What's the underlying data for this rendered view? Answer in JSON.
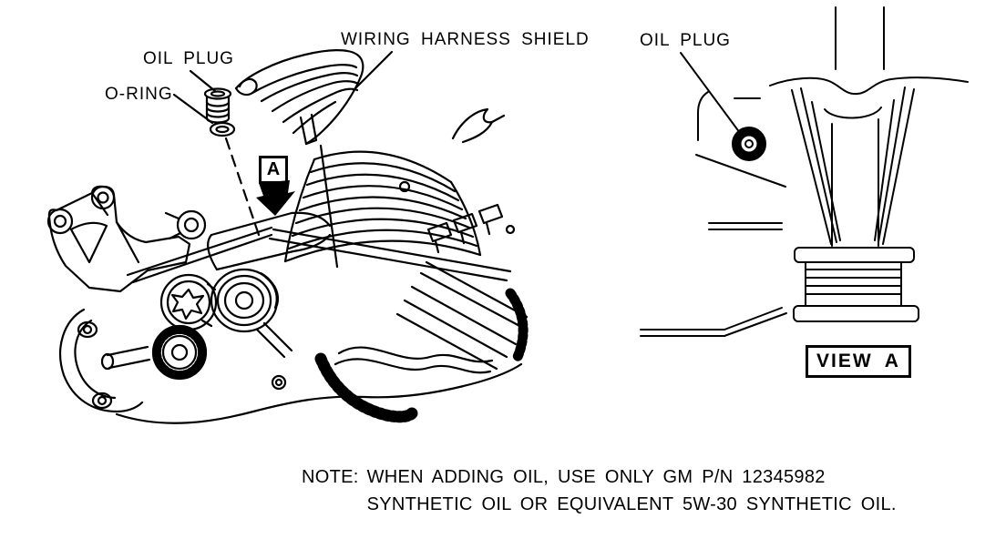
{
  "figure": {
    "colors": {
      "ink": "#000000",
      "paper": "#ffffff"
    },
    "labels": {
      "oil_plug_main": "OIL PLUG",
      "o_ring": "O-RING",
      "wiring_harness_shield": "WIRING HARNESS SHIELD",
      "view_marker": "A",
      "oil_plug_detail": "OIL PLUG",
      "view_title": "VIEW A"
    },
    "note": {
      "label": "NOTE:",
      "line1": "WHEN ADDING OIL, USE ONLY GM P/N 12345982",
      "line2": "SYNTHETIC OIL OR EQUIVALENT 5W-30 SYNTHETIC OIL."
    }
  }
}
